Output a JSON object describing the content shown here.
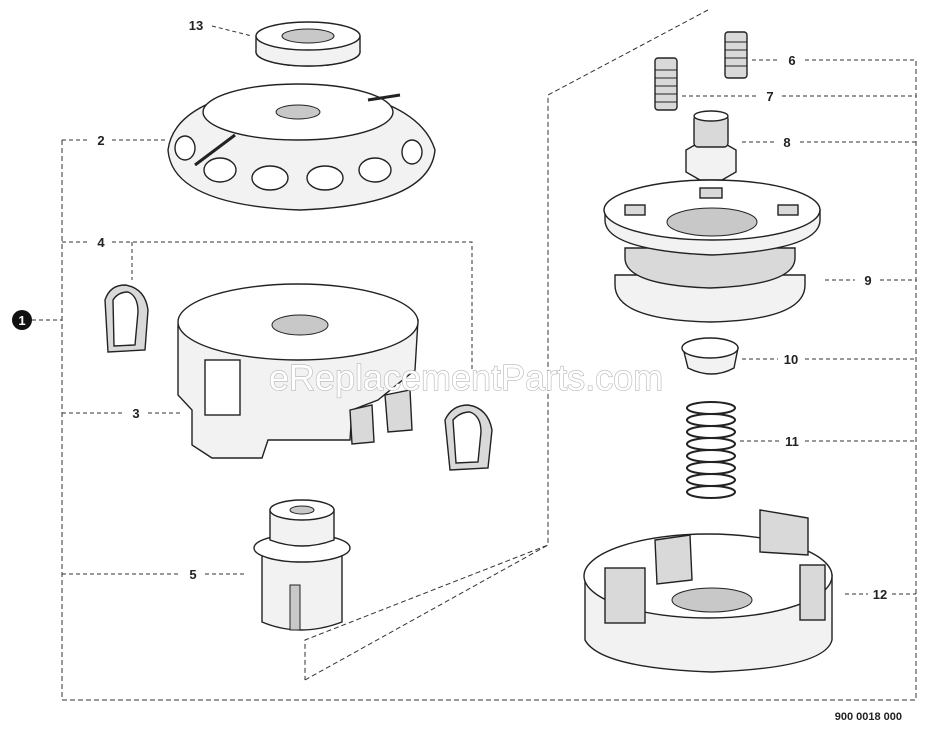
{
  "diagram": {
    "callouts": {
      "c1": "1",
      "c2": "2",
      "c3": "3",
      "c4": "4",
      "c5": "5",
      "c6": "6",
      "c7": "7",
      "c8": "8",
      "c9": "9",
      "c10": "10",
      "c11": "11",
      "c12": "12",
      "c13": "13"
    },
    "watermark": "eReplacementParts.com",
    "drawing_number": "900 0018 000"
  }
}
